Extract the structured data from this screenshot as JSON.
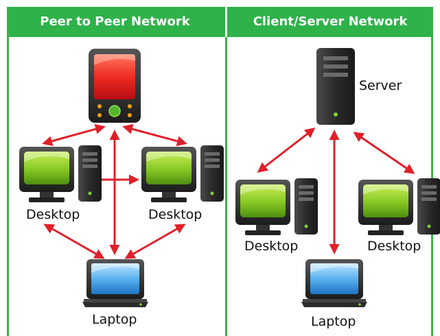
{
  "panels": {
    "peer_to_peer": {
      "title": "Peer to Peer Network",
      "labels": {
        "desktop_left": "Desktop",
        "desktop_right": "Desktop",
        "laptop": "Laptop"
      }
    },
    "client_server": {
      "title": "Client/Server Network",
      "labels": {
        "server": "Server",
        "desktop_left": "Desktop",
        "desktop_right": "Desktop",
        "laptop": "Laptop"
      }
    }
  },
  "icons": [
    "mobile-device-icon",
    "desktop-computer-icon",
    "laptop-icon",
    "server-icon"
  ],
  "colors": {
    "header_green": "#2fb24a",
    "border_green": "#3fae49",
    "arrow_red": "#e0202a",
    "screen_green": "#7cc21e",
    "screen_blue": "#3f9fe0",
    "device_red": "#e8312a",
    "case_dark": "#3a3a3a"
  }
}
